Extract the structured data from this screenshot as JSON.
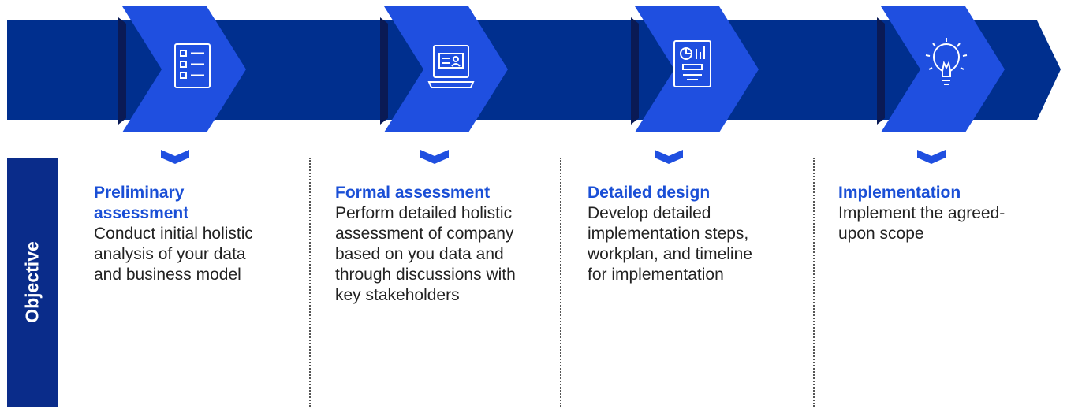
{
  "side_label": "Objective",
  "colors": {
    "band": "#002f8e",
    "band_dark": "#0a2c8a",
    "chevron": "#1f4fe0",
    "accent_text": "#1a4fd6",
    "body_text": "#222222"
  },
  "steps": [
    {
      "icon": "checklist-icon",
      "title": "Preliminary assessment",
      "description": "Conduct initial holistic analysis of your data and business model"
    },
    {
      "icon": "laptop-icon",
      "title": "Formal assessment",
      "description": "Perform detailed holistic assessment of company based on you data and through discussions with key stakeholders"
    },
    {
      "icon": "report-chart-icon",
      "title": "Detailed design",
      "description": "Develop detailed implementation steps, workplan, and timeline for implementation"
    },
    {
      "icon": "lightbulb-icon",
      "title": "Implementation",
      "description": "Implement the agreed-upon scope"
    }
  ]
}
